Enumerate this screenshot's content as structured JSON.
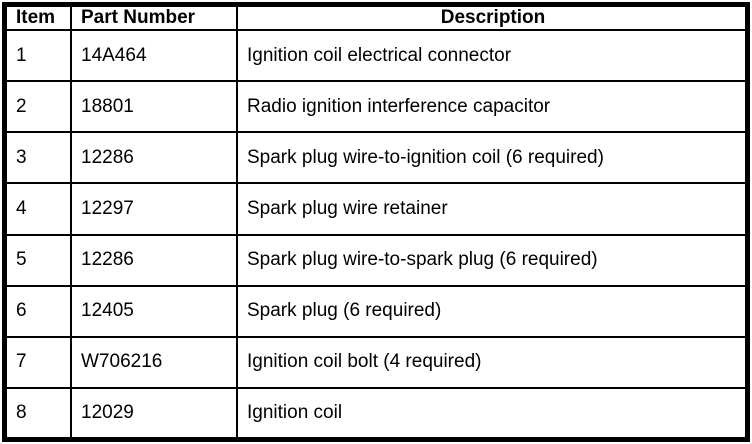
{
  "colors": {
    "border": "#000000",
    "background": "#ffffff",
    "text": "#000000"
  },
  "table": {
    "columns": [
      "Item",
      "Part Number",
      "Description"
    ],
    "rows": [
      [
        "1",
        "14A464",
        "Ignition coil electrical connector"
      ],
      [
        "2",
        "18801",
        "Radio ignition interference capacitor"
      ],
      [
        "3",
        "12286",
        "Spark plug wire-to-ignition coil (6 required)"
      ],
      [
        "4",
        "12297",
        "Spark plug wire retainer"
      ],
      [
        "5",
        "12286",
        "Spark plug wire-to-spark plug (6 required)"
      ],
      [
        "6",
        "12405",
        "Spark plug (6 required)"
      ],
      [
        "7",
        "W706216",
        "Ignition coil bolt (4 required)"
      ],
      [
        "8",
        "12029",
        "Ignition coil"
      ]
    ]
  }
}
